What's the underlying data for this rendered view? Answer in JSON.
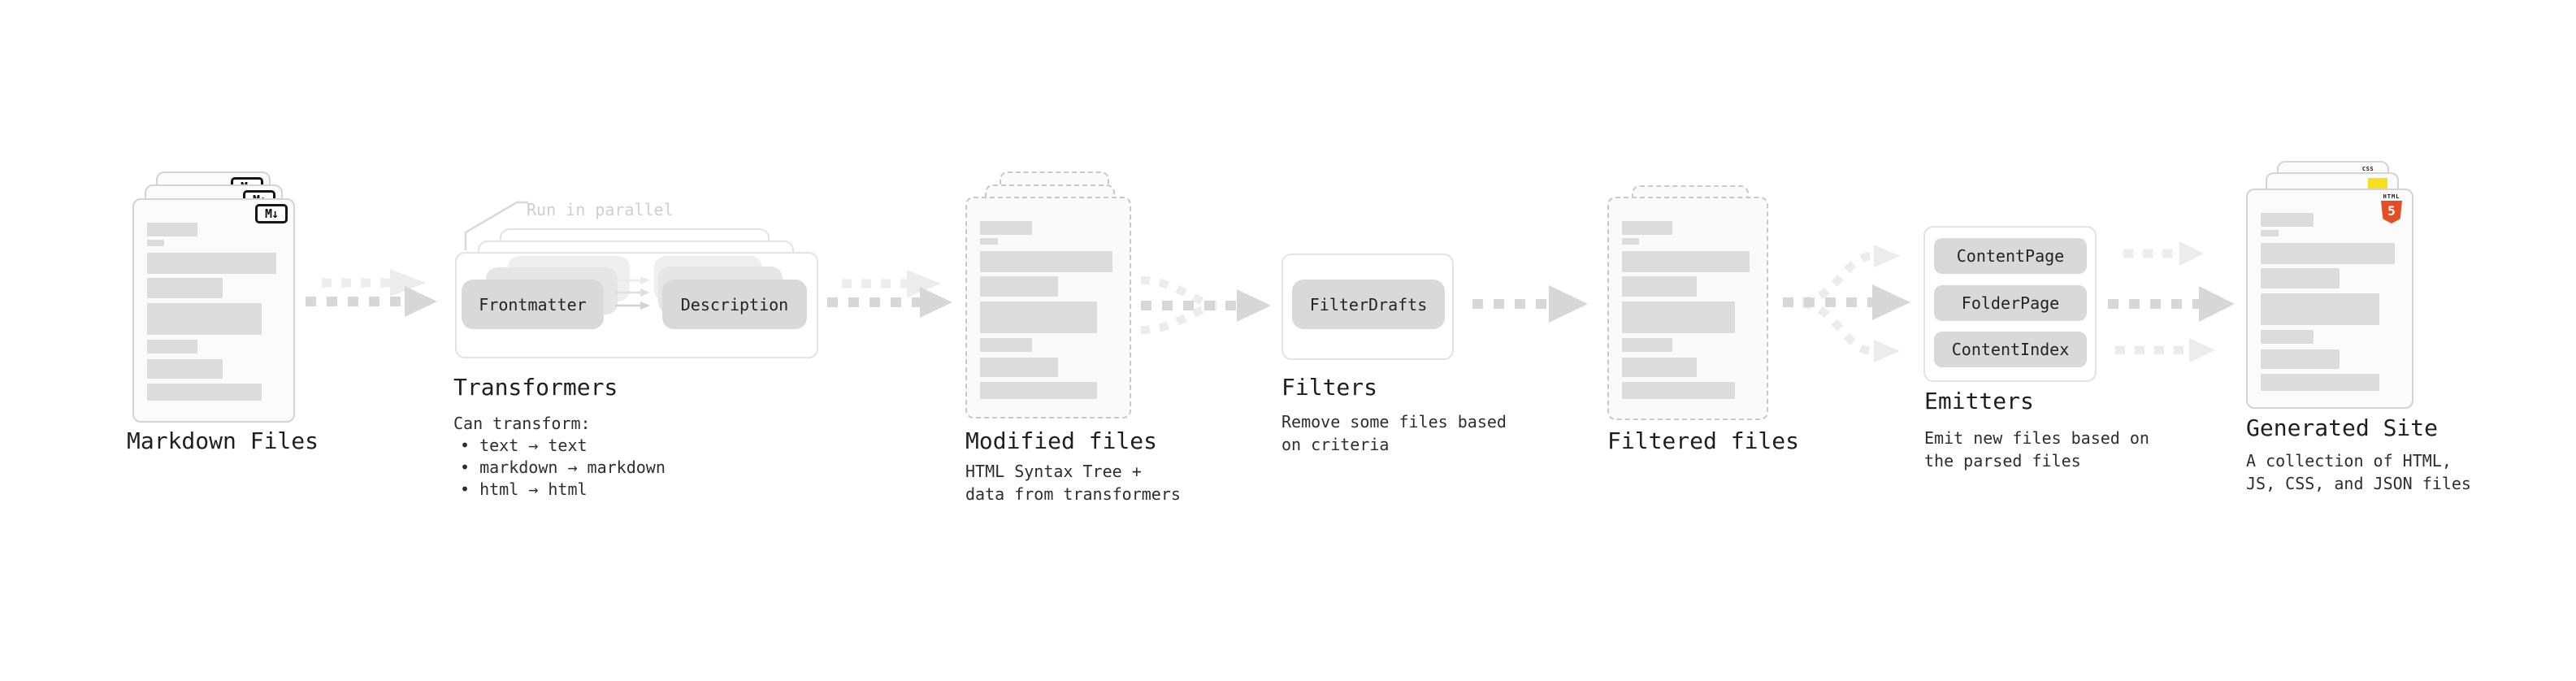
{
  "nodes": {
    "markdown_files": {
      "title": "Markdown Files"
    },
    "transformers": {
      "title": "Transformers",
      "annotation": "Run in parallel",
      "steps": [
        "Frontmatter",
        "Description"
      ],
      "note_heading": "Can transform:",
      "bullets": [
        "• text → text",
        "• markdown → markdown",
        "• html → html"
      ]
    },
    "modified_files": {
      "title": "Modified files",
      "note_lines": [
        "HTML Syntax Tree +",
        "data from transformers"
      ]
    },
    "filters": {
      "title": "Filters",
      "items": [
        "FilterDrafts"
      ],
      "note_lines": [
        "Remove some files based",
        "on criteria"
      ]
    },
    "filtered_files": {
      "title": "Filtered files"
    },
    "emitters": {
      "title": "Emitters",
      "items": [
        "ContentPage",
        "FolderPage",
        "ContentIndex"
      ],
      "note_lines": [
        "Emit new files based on",
        "the parsed files"
      ]
    },
    "generated_site": {
      "title": "Generated Site",
      "note_lines": [
        "A collection of HTML,",
        "JS, CSS, and JSON files"
      ]
    }
  },
  "icons": {
    "markdown_badge": "M↓",
    "html5_badge_label": "HTML",
    "html5_badge_number": "5",
    "css_badge_label": "CSS"
  },
  "colors": {
    "html5_orange": "#e44d26",
    "js_yellow": "#f7df1e",
    "css_blue": "#2965f1",
    "ink": "#1f1f1f",
    "muted_ink": "#2e2e2e",
    "faint_label": "#cfcfcf"
  }
}
